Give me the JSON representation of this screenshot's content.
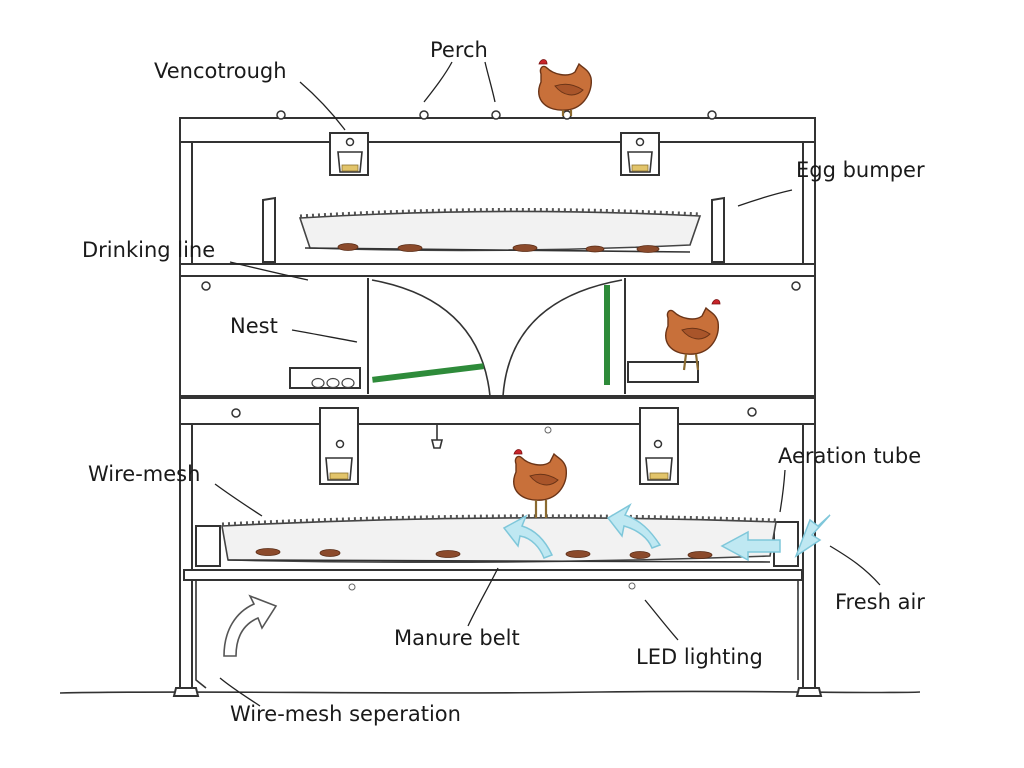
{
  "labels": {
    "perch": "Perch",
    "vencotrough": "Vencotrough",
    "egg_bumper": "Egg bumper",
    "drinking_line": "Drinking line",
    "nest": "Nest",
    "aeration_tube": "Aeration tube",
    "wire_mesh": "Wire-mesh",
    "fresh_air": "Fresh air",
    "manure_belt": "Manure belt",
    "led_lighting": "LED lighting",
    "wire_mesh_separation": "Wire-mesh seperation"
  },
  "colors": {
    "hen": "#c8703a",
    "manure": "#8b4a2b",
    "air_flow": "#bfe8f2",
    "nest_brush": "#2e8b3a",
    "comb": "#c8242a"
  }
}
